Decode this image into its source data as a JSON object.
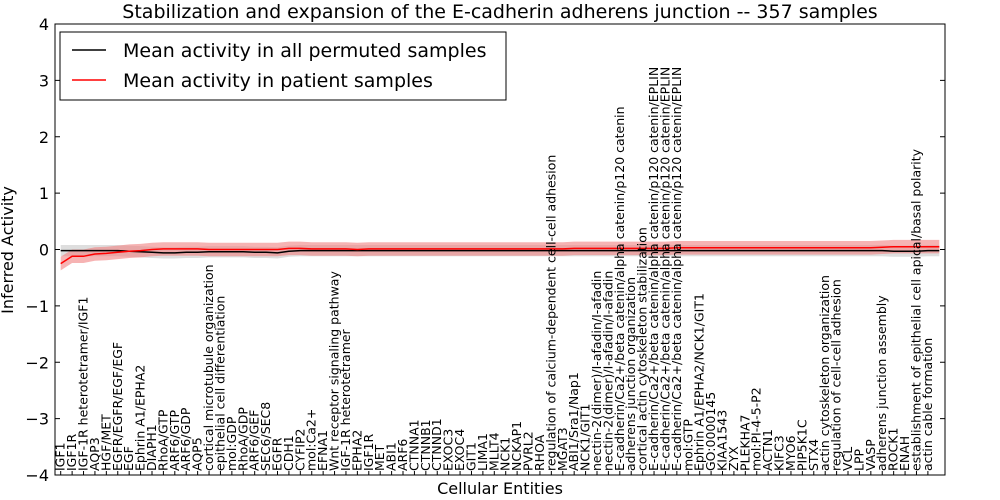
{
  "chart_data": {
    "type": "line",
    "title": "Stabilization and expansion of the E-cadherin adherens junction -- 357 samples",
    "xlabel": "Cellular Entities",
    "ylabel": "Inferred Activity",
    "ylim": [
      -4,
      4
    ],
    "yticks": [
      "4",
      "3",
      "2",
      "1",
      "0",
      "−1",
      "−2",
      "−3",
      "−4"
    ],
    "legend_position": "top-left",
    "categories": [
      "IGF1",
      "IGF1R",
      "IGF-1R heterotetramer/IGF1",
      "AQP3",
      "HGF/MET",
      "EGFR/EGFR/EGF/EGF",
      "EGF",
      "Ephrin A1/EPHA2",
      "DIAPH1",
      "RhoA/GTP",
      "ARF6/GTP",
      "ARF6/GDP",
      "AQP5",
      "cortical microtubule organization",
      "epithelial cell differentiation",
      "mol:GDP",
      "RhoA/GDP",
      "ARF6/GEF",
      "SEC6/SEC8",
      "EGFR",
      "CDH1",
      "CYFIP2",
      "mol:Ca2+",
      "EFNA1",
      "Wnt receptor signaling pathway",
      "IGF-1R heterotetramer",
      "EPHA2",
      "IGF1R",
      "MET",
      "ABI1",
      "ARF6",
      "CTNNA1",
      "CTNNB1",
      "CTNND1",
      "EXOC3",
      "EXOC4",
      "GIT1",
      "LIMA1",
      "MLLT4",
      "NCK1",
      "NCKAP1",
      "PVRL2",
      "RHOA",
      "regulation of calcium-dependent cell-cell adhesion",
      "MGAT3",
      "ABI1/Sra1/Nap1",
      "NCK1/GIT1",
      "nectin-2(dimer)/I-afadin/I-afadin",
      "nectin-2(dimer)/I-afadin/I-afadin",
      "E-cadherin/Ca2+/beta catenin/alpha catenin/p120 catenin",
      "adherens junction organization",
      "cortical actin cytoskeleton stabilization",
      "E-cadherin/Ca2+/beta catenin/alpha catenin/p120 catenin/EPLIN",
      "E-cadherin/Ca2+/beta catenin/alpha catenin/p120 catenin/EPLIN",
      "E-cadherin/Ca2+/beta catenin/alpha catenin/p120 catenin/EPLIN",
      "mol:GTP",
      "Ephrin A1/EPHA2/NCK1/GIT1",
      "GO:0000145",
      "KIAA1543",
      "ZYX",
      "PLEKHA7",
      "mol:PI-4-5-P2",
      "ACTN1",
      "KIFC3",
      "MYO6",
      "PIP5K1C",
      "STX4",
      "actin cytoskeleton organization",
      "regulation of cell-cell adhesion",
      "VCL",
      "LPP",
      "VASP",
      "adherens junction assembly",
      "ROCK1",
      "ENAH",
      "establishment of epithelial cell apical/basal polarity",
      "actin cable formation"
    ],
    "x_display_start": -0.5,
    "x_display_end": 77.5,
    "series": [
      {
        "name": "Mean activity in all permuted samples",
        "color": "#000000",
        "band_color": "#c8c8c8",
        "values": [
          -0.02,
          -0.02,
          -0.02,
          -0.02,
          -0.02,
          -0.02,
          -0.03,
          -0.04,
          -0.05,
          -0.06,
          -0.06,
          -0.05,
          -0.05,
          -0.04,
          -0.04,
          -0.04,
          -0.04,
          -0.05,
          -0.05,
          -0.06,
          -0.03,
          -0.02,
          -0.02,
          -0.02,
          -0.02,
          -0.02,
          -0.02,
          -0.02,
          -0.02,
          -0.02,
          -0.02,
          -0.02,
          -0.02,
          -0.02,
          -0.02,
          -0.02,
          -0.02,
          -0.02,
          -0.02,
          -0.02,
          -0.02,
          -0.02,
          -0.02,
          -0.02,
          -0.02,
          -0.02,
          -0.02,
          -0.02,
          -0.02,
          -0.02,
          -0.02,
          -0.02,
          -0.02,
          -0.02,
          -0.02,
          -0.02,
          -0.02,
          -0.02,
          -0.02,
          -0.02,
          -0.02,
          -0.02,
          -0.02,
          -0.02,
          -0.02,
          -0.02,
          -0.02,
          -0.02,
          -0.02,
          -0.02,
          -0.02,
          -0.02,
          -0.02,
          -0.03,
          -0.03,
          -0.03,
          -0.02,
          -0.02
        ],
        "band": 0.1
      },
      {
        "name": "Mean activity in patient samples",
        "color": "#ff0000",
        "band_color": "#f08080",
        "values": [
          -0.25,
          -0.12,
          -0.12,
          -0.08,
          -0.07,
          -0.05,
          -0.03,
          -0.02,
          0.0,
          0.01,
          0.01,
          0.01,
          0.01,
          0.0,
          0.0,
          0.0,
          0.0,
          0.0,
          0.0,
          0.0,
          0.02,
          0.02,
          0.01,
          0.01,
          0.01,
          0.01,
          0.0,
          0.01,
          0.01,
          0.01,
          0.01,
          0.01,
          0.01,
          0.01,
          0.01,
          0.01,
          0.01,
          0.01,
          0.01,
          0.01,
          0.01,
          0.01,
          0.01,
          0.01,
          0.01,
          0.02,
          0.02,
          0.02,
          0.02,
          0.02,
          0.02,
          0.02,
          0.02,
          0.02,
          0.03,
          0.03,
          0.03,
          0.03,
          0.03,
          0.03,
          0.03,
          0.03,
          0.03,
          0.03,
          0.03,
          0.03,
          0.03,
          0.03,
          0.03,
          0.03,
          0.03,
          0.03,
          0.04,
          0.05,
          0.05,
          0.05,
          0.05,
          0.05
        ],
        "band": 0.12
      }
    ]
  }
}
